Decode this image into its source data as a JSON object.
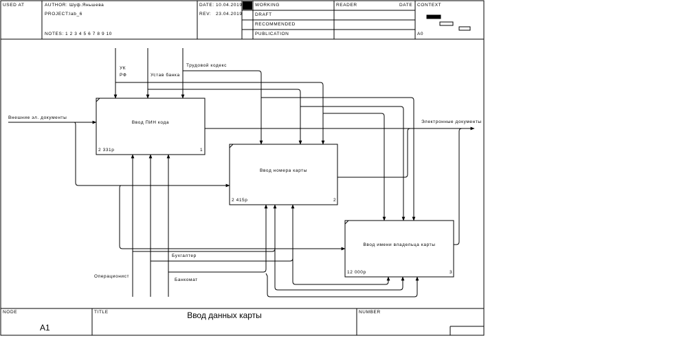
{
  "header": {
    "used_at": "USED AT",
    "author_label": "AUTHOR:",
    "author_value": "Шуф.Яньшева",
    "project_label": "PROJECT:",
    "project_value": "lab_6",
    "date_label": "DATE:",
    "date_value": "10.04.2019",
    "rev_label": "REV:",
    "rev_value": "23.04.2019",
    "notes_label": "NOTES:",
    "notes_value": "1 2 3 4 5 6 7 8 9 10",
    "working": "WORKING",
    "draft": "DRAFT",
    "recommended": "RECOMMENDED",
    "publication": "PUBLICATION",
    "reader": "READER",
    "reader_date": "DATE",
    "context": "CONTEXT",
    "context_node": "A0"
  },
  "footer": {
    "node_label": "NODE",
    "node_value": "A1",
    "title_label": "TITLE",
    "title_value": "Ввод данных карты",
    "number_label": "NUMBER"
  },
  "boxes": [
    {
      "title": "Ввод ПИН кода",
      "cost": "2 331р",
      "num": "1"
    },
    {
      "title": "Ввод номера карты",
      "cost": "2 415р",
      "num": "2"
    },
    {
      "title": "Ввод имени владельца карты",
      "cost": "12 000р",
      "num": "3"
    }
  ],
  "arrows": {
    "uk": "УК",
    "rf": "РФ",
    "charter": "Устав банка",
    "labor_code": "Трудовой кодекс",
    "ext_docs": "Внешние эл. документы",
    "el_docs": "Электронные документы",
    "accountant": "Бухгалтер",
    "operator": "Операционист",
    "atm": "Банкомат"
  }
}
